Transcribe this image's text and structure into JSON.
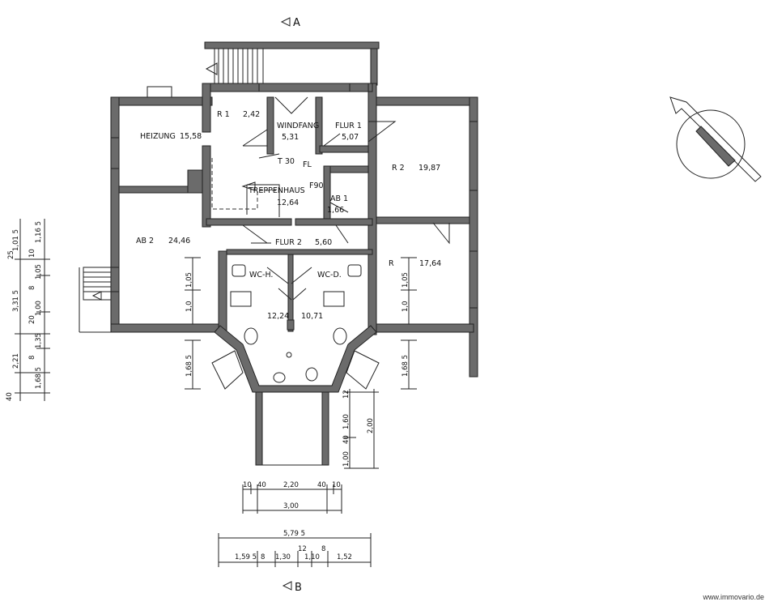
{
  "section_marks": {
    "top": "A",
    "bottom": "B"
  },
  "rooms": {
    "r1": {
      "label": "R 1",
      "area": "2,42"
    },
    "windfang": {
      "label": "WINDFANG",
      "area": "5,31"
    },
    "flur1": {
      "label": "FLUR 1",
      "area": "5,07"
    },
    "heizung": {
      "label": "HEIZUNG",
      "area": "15,58"
    },
    "r2": {
      "label": "R 2",
      "area": "19,87"
    },
    "treppenhaus": {
      "label": "TREPPENHAUS",
      "area": "12,64"
    },
    "ab1": {
      "label": "AB 1",
      "area": "1,66"
    },
    "ab2": {
      "label": "AB 2",
      "area": "24,46"
    },
    "flur2": {
      "label": "FLUR 2",
      "area": "5,60"
    },
    "wch": {
      "label": "WC-H.",
      "area": "12,24"
    },
    "wcd": {
      "label": "WC-D.",
      "area": "10,71"
    },
    "r": {
      "label": "R",
      "area": "17,64"
    }
  },
  "annotations": {
    "t30": "T 30",
    "fl": "FL",
    "f90": "F90"
  },
  "dimensions": {
    "left_outer": [
      "25",
      "1,01 5",
      "3,31 5",
      "2,21",
      "40"
    ],
    "left_inner": [
      "10",
      "1,16 5",
      "1,05",
      "8",
      "1,00",
      "20",
      "1,35",
      "8",
      "1,68 5"
    ],
    "ab2_window": [
      "1,05",
      "1,0"
    ],
    "ab2_lower": "1,68 5",
    "r_window": [
      "1,05",
      "1,0"
    ],
    "r_lower": "1,68 5",
    "porch_right": [
      "12",
      "1,60",
      "40",
      "1,00",
      "2,00"
    ],
    "porch_bottom_top": [
      "10",
      "40",
      "2,20",
      "40",
      "10"
    ],
    "porch_total": "3,00",
    "bottom_total": "5,79 5",
    "bottom_parts": [
      "1,59 5",
      "8",
      "1,30",
      "12",
      "1,10",
      "8",
      "1,52"
    ]
  },
  "watermark": "www.immovario.de"
}
